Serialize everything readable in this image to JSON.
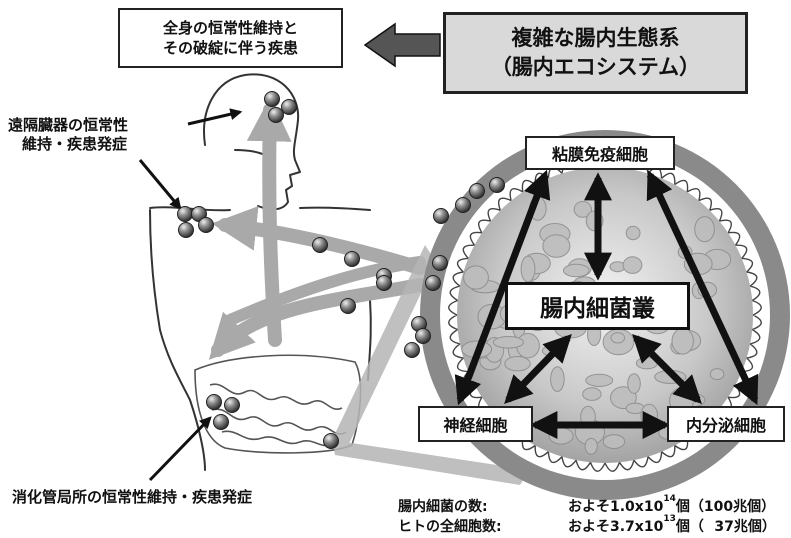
{
  "top_box": {
    "line1": "全身の恒常性維持と",
    "line2": "その破綻に伴う疾患"
  },
  "ecosystem_box": {
    "line1": "複雑な腸内生態系",
    "line2": "（腸内エコシステム）"
  },
  "remote_organ_label": {
    "line1": "遠隔臓器の恒常性",
    "line2": "維持・疾患発症"
  },
  "local_label": "消化管局所の恒常性維持・疾患発症",
  "center_box": "腸内細菌叢",
  "mucosal_box": "粘膜免疫細胞",
  "nerve_box": "神経細胞",
  "endocrine_box": "内分泌細胞",
  "footer": {
    "row1": {
      "label": "腸内細菌の数:",
      "prefix": "およそ",
      "mantissa": "1.0x10",
      "exponent": "14",
      "unit": "個（",
      "count": "100兆個",
      "close": "）"
    },
    "row2": {
      "label": "ヒトの全細胞数:",
      "prefix": "およそ",
      "mantissa": "3.7x10",
      "exponent": "13",
      "unit": "個（",
      "count": "37兆個",
      "close": "）"
    }
  },
  "colors": {
    "arrow_gray": "#a9a9a9",
    "circle_ring": "#8a8a8a",
    "box_fill_gray": "#d9d9d9"
  }
}
